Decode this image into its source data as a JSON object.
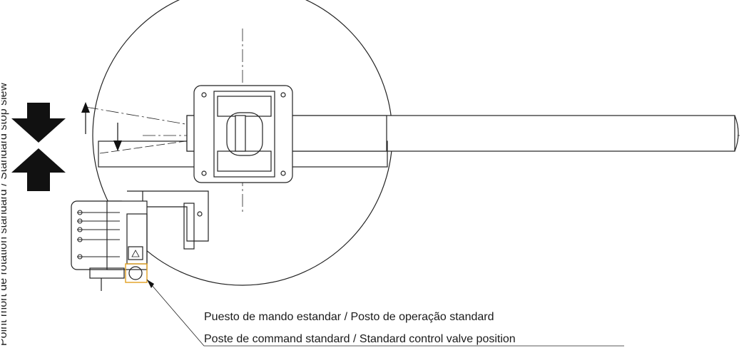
{
  "side_label": "Point mort de rotation standard / Standard stop slew",
  "callout": {
    "line1": "Puesto de mando estandar / Posto de operação standard",
    "line2": "Poste de command standard / Standard control valve position"
  },
  "colors": {
    "line": "#222222",
    "arrow": "#111111",
    "highlight": "#e0a020"
  }
}
